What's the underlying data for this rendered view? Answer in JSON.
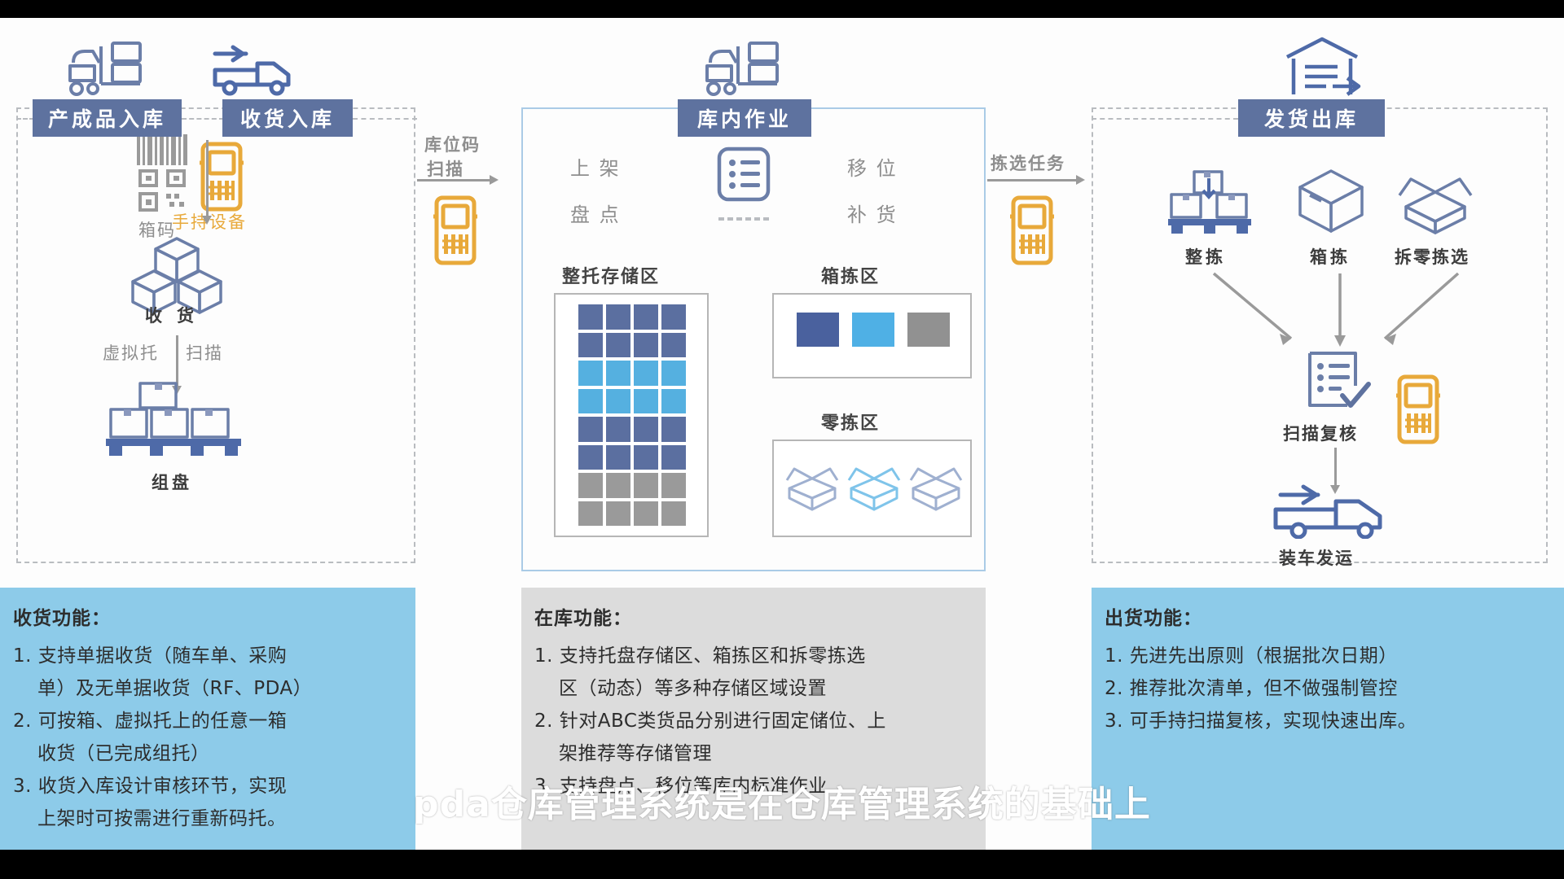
{
  "sections": {
    "inbound": {
      "chip1": "产成品入库",
      "chip2": "收货入库",
      "labels": {
        "barcode": "箱码",
        "device": "手持设备",
        "receive": "收货",
        "virtual_pallet": "虚拟托",
        "scan": "扫描",
        "palletize": "组盘"
      },
      "icons": {
        "forklift": "forklift-icon",
        "truck": "truck-in-icon",
        "barcode": "barcode-icon",
        "qrcode": "qrcode-icon",
        "pda": "pda-device-icon",
        "boxes": "stacked-boxes-icon",
        "pallet": "pallet-boxes-icon"
      }
    },
    "connector1": {
      "line1": "库位码",
      "line2": "扫描",
      "icon": "pda-device-icon"
    },
    "inwarehouse": {
      "chip": "库内作业",
      "ops": [
        "上 架",
        "盘 点",
        "移 位",
        "补 货"
      ],
      "icon": "task-list-icon",
      "zones": [
        {
          "title": "整托存储区",
          "type": "grid"
        },
        {
          "title": "箱拣区",
          "type": "swatches"
        },
        {
          "title": "零拣区",
          "type": "open-boxes"
        }
      ]
    },
    "connector2": {
      "line1": "拣选任务",
      "icon": "pda-device-icon"
    },
    "outbound": {
      "chip": "发货出库",
      "icons": {
        "warehouse": "warehouse-out-icon",
        "pallet": "pallet-boxes-icon",
        "box": "closed-box-icon",
        "openbox": "open-box-icon",
        "checklist": "checklist-check-icon",
        "pda": "pda-device-icon",
        "truck": "truck-out-icon"
      },
      "labels": {
        "full_pick": "整拣",
        "case_pick": "箱拣",
        "piece_pick": "拆零拣选",
        "scan_check": "扫描复核",
        "loading": "装车发运"
      }
    }
  },
  "chart_data": {
    "type": "heatmap",
    "title": "整托存储区",
    "rows": 8,
    "cols": 4,
    "row_colors": [
      "#5b6fa0",
      "#5b6fa0",
      "#55b0e0",
      "#55b0e0",
      "#5b6fa0",
      "#5b6fa0",
      "#9a9a9a",
      "#9a9a9a"
    ],
    "legend": [
      "#4a619e",
      "#4fb0e5",
      "#919191"
    ]
  },
  "panels": [
    {
      "bg": "#8dcbe9",
      "heading": "收货功能：",
      "lines": [
        "1. 支持单据收货（随车单、采购",
        "单）及无单据收货（RF、PDA）",
        "2. 可按箱、虚拟托上的任意一箱",
        "收货（已完成组托）",
        "3. 收货入库设计审核环节，实现",
        "上架时可按需进行重新码托。"
      ]
    },
    {
      "bg": "#dcdcdc",
      "heading": "在库功能：",
      "lines": [
        "1.  支持托盘存储区、箱拣区和拆零拣选",
        "区（动态）等多种存储区域设置",
        "2.  针对ABC类货品分别进行固定储位、上",
        "架推荐等存储管理",
        "3.  支持盘点、移位等库内标准作业"
      ]
    },
    {
      "bg": "#8dcbe9",
      "heading": "出货功能：",
      "lines": [
        "1. 先进先出原则（根据批次日期）",
        "2. 推荐批次清单，但不做强制管控",
        "3. 可手持扫描复核，实现快速出库。"
      ]
    }
  ],
  "subtitle": "pda仓库管理系统是在仓库管理系统的基础上",
  "colors": {
    "chip_bg": "#5e729f",
    "accent_blue_dark": "#4a619e",
    "accent_blue_light": "#4fb0e5",
    "accent_gray": "#919191",
    "gold": "#e8a93a",
    "panel_blue": "#8dcbe9",
    "panel_gray": "#dcdcdc"
  }
}
